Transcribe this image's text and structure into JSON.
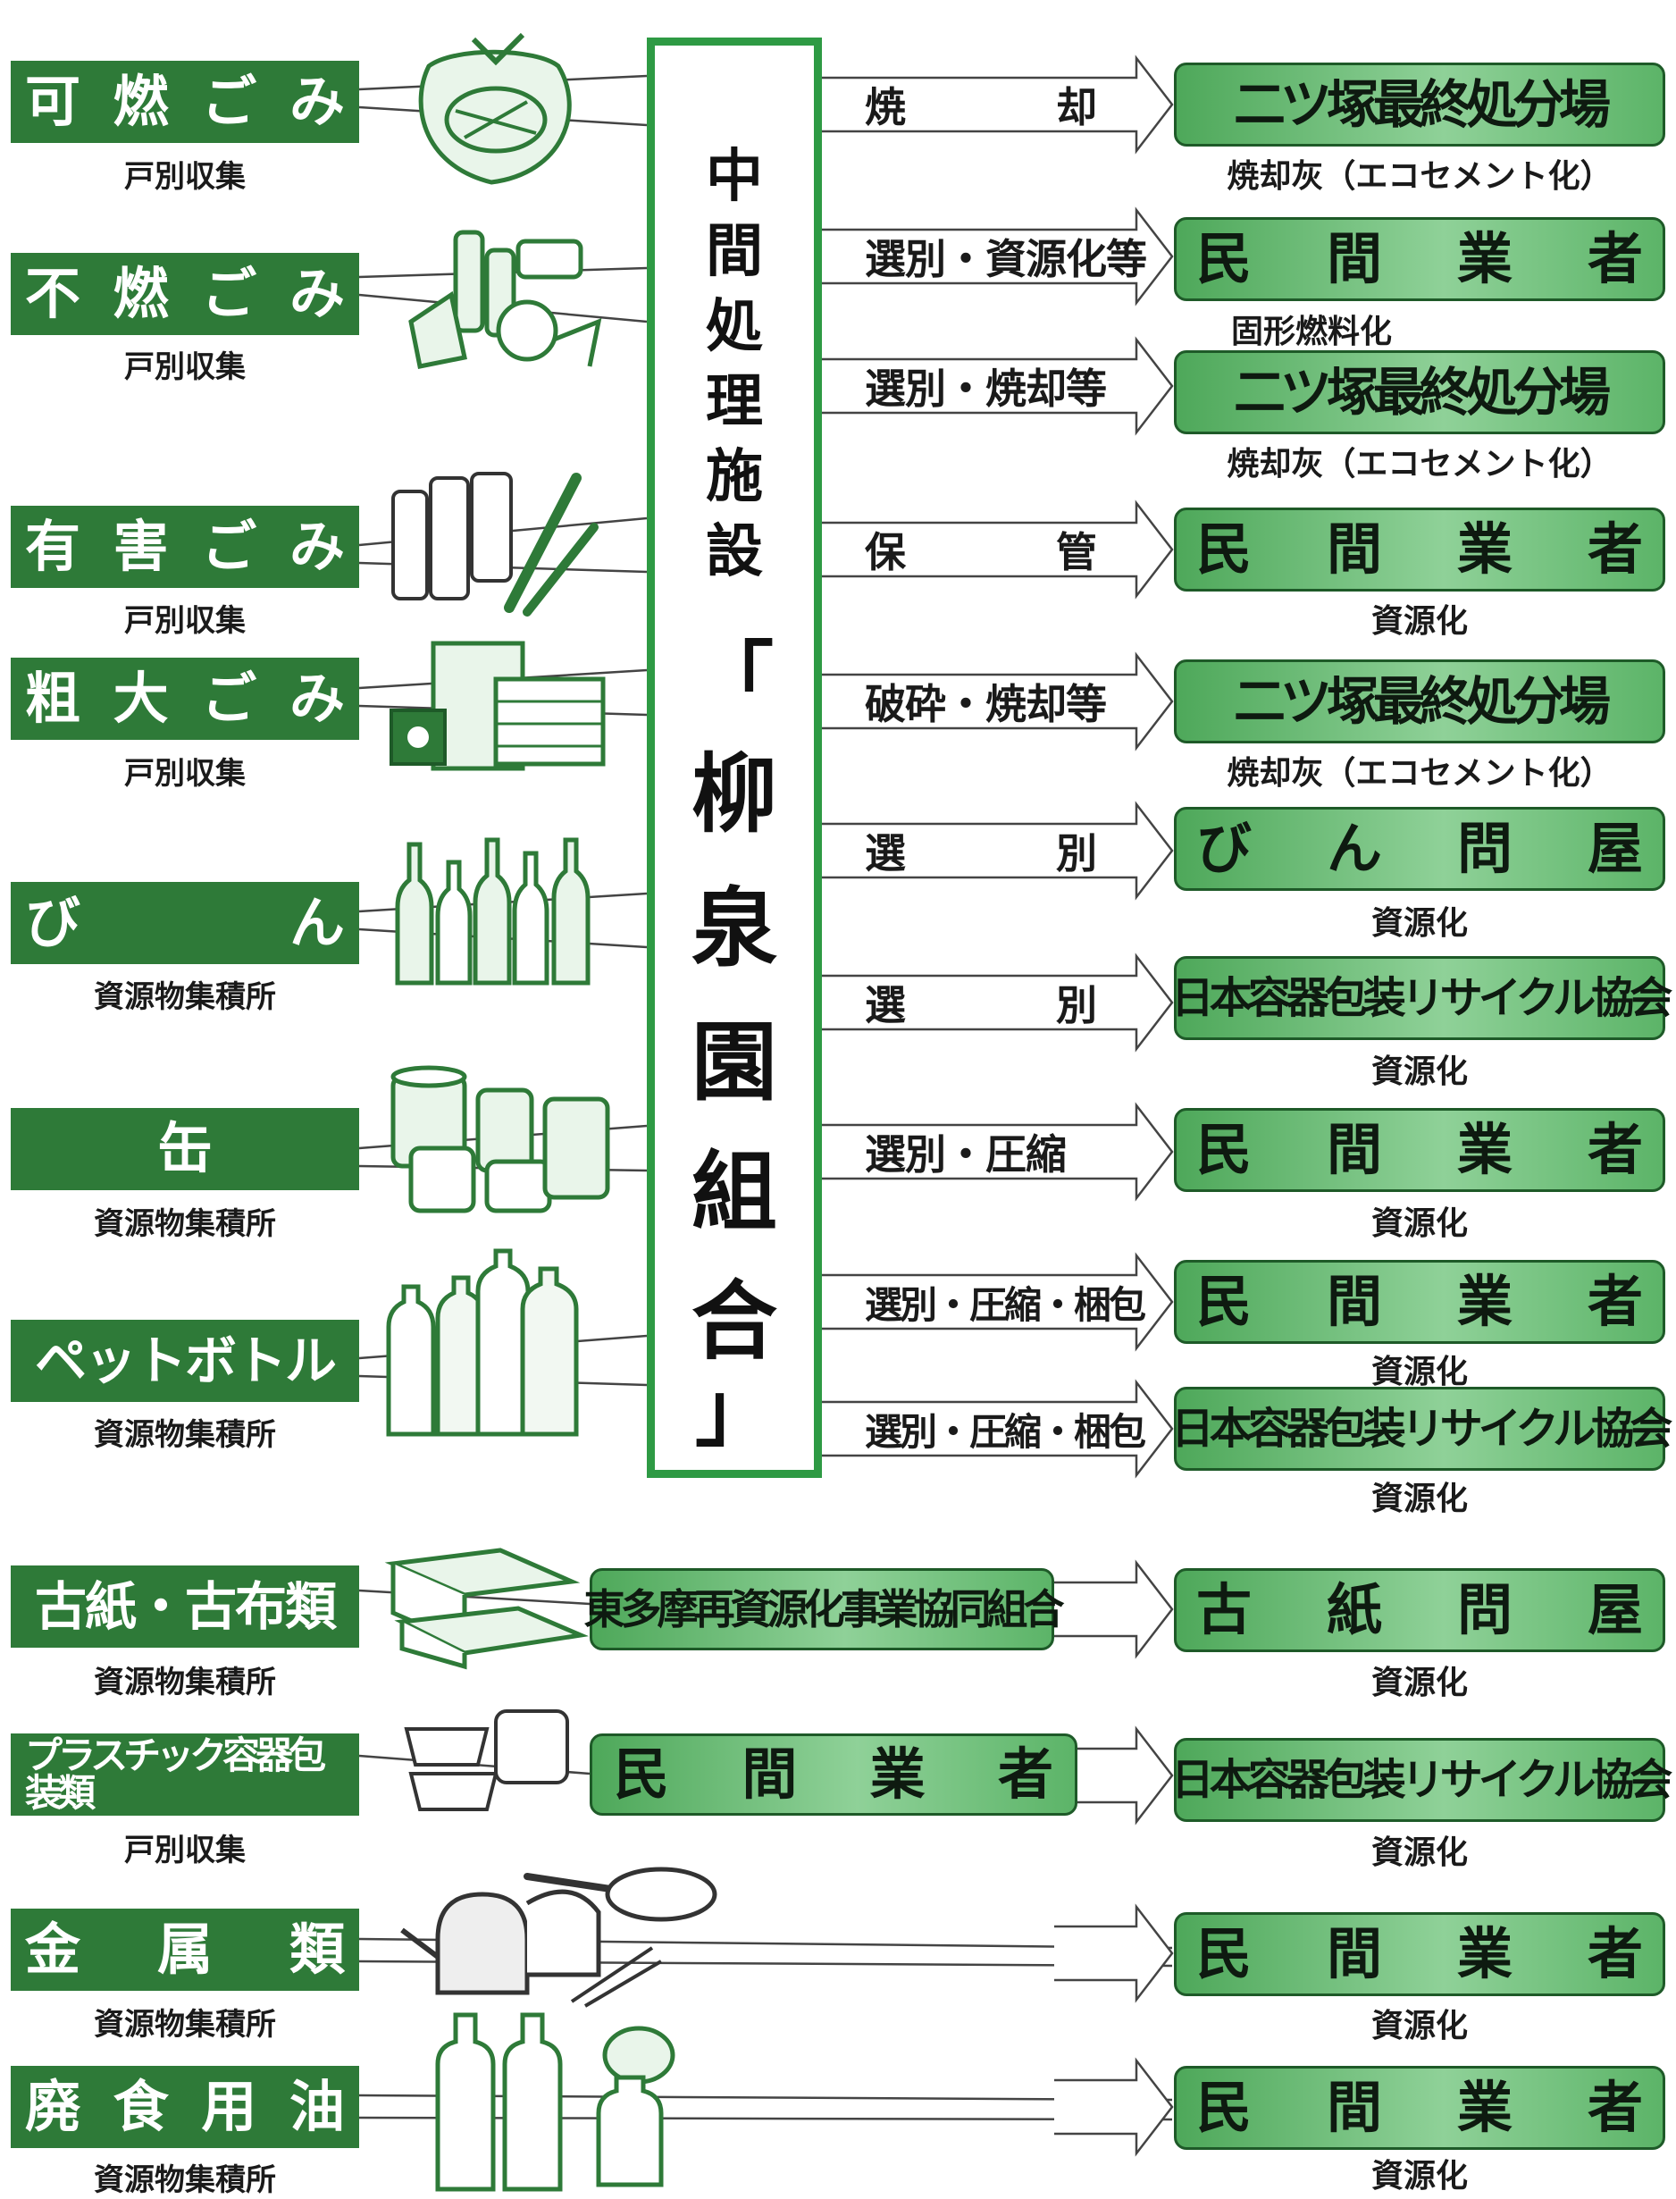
{
  "categories": [
    {
      "id": "kanen",
      "label": "可燃ごみ",
      "chars": [
        "可",
        "燃",
        "ご",
        "み"
      ],
      "collection": "戸別収集",
      "icon": "trash-bag-icon"
    },
    {
      "id": "funen",
      "label": "不燃ごみ",
      "chars": [
        "不",
        "燃",
        "ご",
        "み"
      ],
      "collection": "戸別収集",
      "icon": "nonburnable-waste-icon"
    },
    {
      "id": "yugai",
      "label": "有害ごみ",
      "chars": [
        "有",
        "害",
        "ご",
        "み"
      ],
      "collection": "戸別収集",
      "icon": "battery-lamp-icon"
    },
    {
      "id": "sodai",
      "label": "粗大ごみ",
      "chars": [
        "粗",
        "大",
        "ご",
        "み"
      ],
      "collection": "戸別収集",
      "icon": "bulky-furniture-icon"
    },
    {
      "id": "bin",
      "label": "びん",
      "chars": [
        "び",
        "ん"
      ],
      "collection": "資源物集積所",
      "icon": "bottles-icon"
    },
    {
      "id": "kan",
      "label": "缶",
      "chars": [
        "缶"
      ],
      "collection": "資源物集積所",
      "icon": "cans-icon"
    },
    {
      "id": "pet",
      "label": "ペットボトル",
      "chars": [
        "ペットボトル"
      ],
      "collection": "資源物集積所",
      "icon": "pet-bottles-icon"
    },
    {
      "id": "koshi",
      "label": "古紙・古布類",
      "chars": [
        "古紙・古布類"
      ],
      "collection": "資源物集積所",
      "icon": "paper-bundle-icon"
    },
    {
      "id": "pura",
      "label": "プラスチック容器包装類",
      "chars": [
        "プラスチック容器包装類"
      ],
      "collection": "戸別収集",
      "icon": "plastic-containers-icon"
    },
    {
      "id": "kinzoku",
      "label": "金属類",
      "chars": [
        "金",
        "属",
        "類"
      ],
      "collection": "資源物集積所",
      "icon": "kettle-pan-icon"
    },
    {
      "id": "haishoku",
      "label": "廃食用油",
      "chars": [
        "廃",
        "食",
        "用",
        "油"
      ],
      "collection": "資源物集積所",
      "icon": "oil-bottles-icon"
    }
  ],
  "hub": {
    "top_chars": [
      "中",
      "間",
      "処",
      "理",
      "施",
      "設"
    ],
    "name_chars": [
      "「",
      "柳",
      "泉",
      "園",
      "組",
      "合",
      "」"
    ]
  },
  "processes": [
    {
      "parts": [
        "焼",
        "却"
      ]
    },
    {
      "parts": [
        "選別・資源化等"
      ]
    },
    {
      "parts": [
        "選別・焼却等"
      ]
    },
    {
      "parts": [
        "保",
        "管"
      ]
    },
    {
      "parts": [
        "破砕・焼却等"
      ]
    },
    {
      "parts": [
        "選",
        "別"
      ]
    },
    {
      "parts": [
        "選",
        "別"
      ]
    },
    {
      "parts": [
        "選別・圧縮"
      ]
    },
    {
      "parts": [
        "選別・圧縮・梱包"
      ]
    },
    {
      "parts": [
        "選別・圧縮・梱包"
      ]
    }
  ],
  "destinations": [
    {
      "label": "二ツ塚最終処分場",
      "chars": [
        "二ツ塚最終処分場"
      ],
      "note": "焼却灰（エコセメント化）"
    },
    {
      "label": "民間業者",
      "chars": [
        "民",
        "間",
        "業",
        "者"
      ],
      "note": "固形燃料化"
    },
    {
      "label": "二ツ塚最終処分場",
      "chars": [
        "二ツ塚最終処分場"
      ],
      "note": "焼却灰（エコセメント化）"
    },
    {
      "label": "民間業者",
      "chars": [
        "民",
        "間",
        "業",
        "者"
      ],
      "note": "資源化"
    },
    {
      "label": "二ツ塚最終処分場",
      "chars": [
        "二ツ塚最終処分場"
      ],
      "note": "焼却灰（エコセメント化）"
    },
    {
      "label": "びん問屋",
      "chars": [
        "び",
        "ん",
        "問",
        "屋"
      ],
      "note": "資源化"
    },
    {
      "label": "日本容器包装リサイクル協会",
      "chars": [
        "日本容器包装リサイクル協会"
      ],
      "note": "資源化"
    },
    {
      "label": "民間業者",
      "chars": [
        "民",
        "間",
        "業",
        "者"
      ],
      "note": "資源化"
    },
    {
      "label": "民間業者",
      "chars": [
        "民",
        "間",
        "業",
        "者"
      ],
      "note": "資源化"
    },
    {
      "label": "日本容器包装リサイクル協会",
      "chars": [
        "日本容器包装リサイクル協会"
      ],
      "note": "資源化"
    },
    {
      "label": "古紙問屋",
      "chars": [
        "古",
        "紙",
        "問",
        "屋"
      ],
      "note": "資源化"
    },
    {
      "label": "日本容器包装リサイクル協会",
      "chars": [
        "日本容器包装リサイクル協会"
      ],
      "note": "資源化"
    },
    {
      "label": "民間業者",
      "chars": [
        "民",
        "間",
        "業",
        "者"
      ],
      "note": "資源化"
    },
    {
      "label": "民間業者",
      "chars": [
        "民",
        "間",
        "業",
        "者"
      ],
      "note": "資源化"
    }
  ],
  "intermediaries": [
    {
      "label": "東多摩再資源化事業協同組合"
    },
    {
      "chars": [
        "民",
        "間",
        "業",
        "者"
      ]
    }
  ],
  "colors": {
    "category_bg": "#2e7a38",
    "hub_border": "#2e9a44",
    "dest_light": "#8fd198",
    "dest_dark": "#4ea85a",
    "line": "#444444"
  }
}
